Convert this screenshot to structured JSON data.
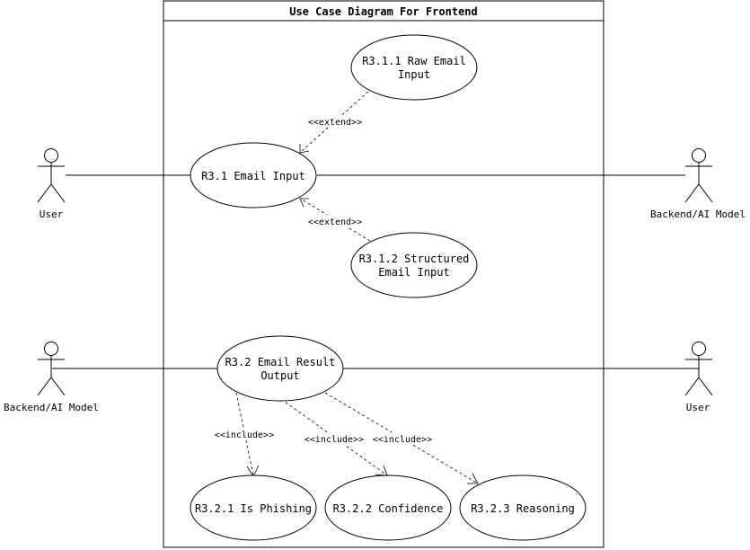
{
  "system": {
    "title": "Use Case Diagram For Frontend"
  },
  "use_cases": {
    "raw": [
      "R3.1.1 Raw Email",
      "Input"
    ],
    "email_input": "R3.1 Email Input",
    "structured": [
      "R3.1.2 Structured",
      "Email Input"
    ],
    "result": [
      "R3.2 Email Result",
      "Output"
    ],
    "phishing": "R3.2.1 Is Phishing",
    "confidence": "R3.2.2 Confidence",
    "reasoning": "R3.2.3 Reasoning"
  },
  "actors": {
    "user_top": "User",
    "backend_top": "Backend/AI Model",
    "backend_bottom": "Backend/AI Model",
    "user_bottom": "User"
  },
  "relations": {
    "extend_raw": "<<extend>>",
    "extend_structured": "<<extend>>",
    "include_phishing": "<<include>>",
    "include_confidence": "<<include>>",
    "include_reasoning": "<<include>>"
  }
}
